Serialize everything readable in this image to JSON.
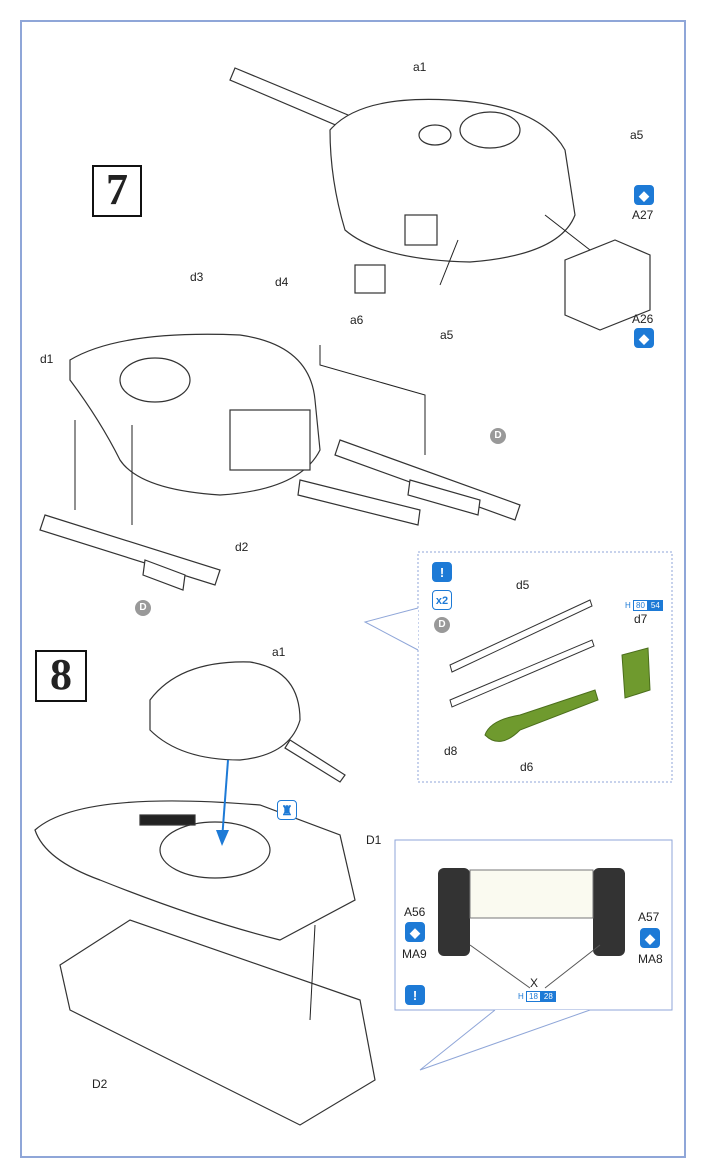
{
  "steps": {
    "step7": "7",
    "step8": "8"
  },
  "step7_labels": {
    "a1": "a1",
    "a5_top": "a5",
    "a5_bottom": "a5",
    "a6": "a6",
    "A27": "A27",
    "A26": "A26",
    "d1": "d1",
    "d2": "d2",
    "d3": "d3",
    "d4": "d4"
  },
  "inset_d": {
    "d5": "d5",
    "d6": "d6",
    "d7": "d7",
    "d8": "d8",
    "x2": "x2",
    "sprue": "D",
    "paint": {
      "prefix": "H",
      "codes": [
        "80",
        "54"
      ]
    }
  },
  "step8_labels": {
    "a1": "a1",
    "D1": "D1",
    "D2": "D2",
    "sprue": "D"
  },
  "inset_tracks": {
    "A56": "A56",
    "A57": "A57",
    "MA9": "MA9",
    "MA8": "MA8",
    "X": "X",
    "paint": {
      "prefix": "H",
      "codes": [
        "18",
        "28"
      ]
    }
  },
  "colors": {
    "accent": "#1d7ad6",
    "frame": "#8fa6d8",
    "olive": "#6f9a2e"
  }
}
